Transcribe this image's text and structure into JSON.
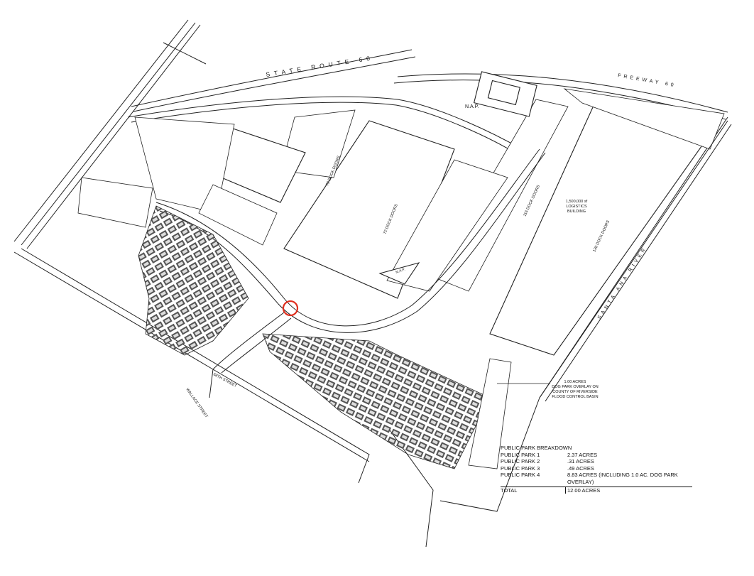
{
  "map": {
    "road_labels": {
      "state_route": "STATE ROUTE 60",
      "freeway": "FREEWAY 60",
      "wallace_street": "WALLACE STREET",
      "street_68th": "68TH STREET",
      "river": "SANTA ANA RIVER"
    },
    "nap_labels": [
      "N.A.P.",
      "N.A.P."
    ],
    "dock_labels": [
      "72 DOCK DOORS",
      "72 DOCK DOORS",
      "116 DOCK DOORS",
      "130 DOCK DOORS"
    ],
    "logistics_building": [
      "1,500,000 sf",
      "LOGISTICS",
      "BUILDING"
    ],
    "dog_park_note": [
      "1.00 ACRES",
      "DOG PARK OVERLAY ON",
      "COUNTY OF RIVERSIDE",
      "FLOOD CONTROL BASIN"
    ]
  },
  "legend": {
    "title": "PUBLIC PARK BREAKDOWN",
    "rows": [
      {
        "name": "PUBLIC PARK 1",
        "value": "2.37 ACRES"
      },
      {
        "name": "PUBLIC PARK 2",
        "value": ".31 ACRES"
      },
      {
        "name": "PUBLIC PARK 3",
        "value": ".49 ACRES"
      },
      {
        "name": "PUBLIC PARK 4",
        "value": "8.83 ACRES (INCLUDING 1.0 AC. DOG PARK OVERLAY)"
      }
    ],
    "total_label": "TOTAL",
    "total_value": "12.00 ACRES"
  },
  "colors": {
    "line": "#222222",
    "roundabout": "#e03020",
    "background": "#ffffff"
  }
}
